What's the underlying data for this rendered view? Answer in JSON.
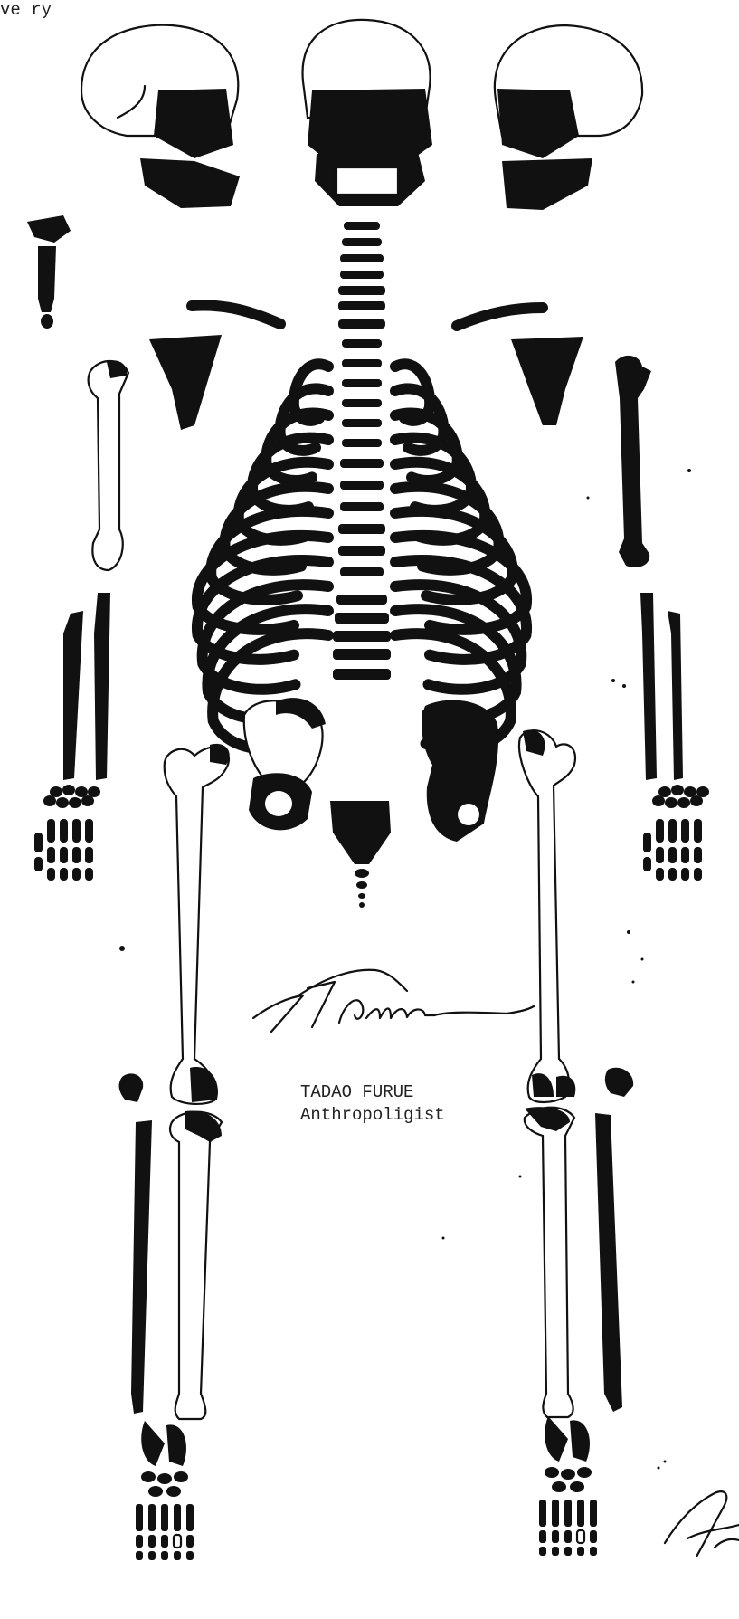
{
  "header_fragment": "ve ry",
  "signatory": {
    "name": "TADAO FURUE",
    "title": "Anthropoligist"
  },
  "figure": {
    "subject": "skeleton-diagram"
  }
}
